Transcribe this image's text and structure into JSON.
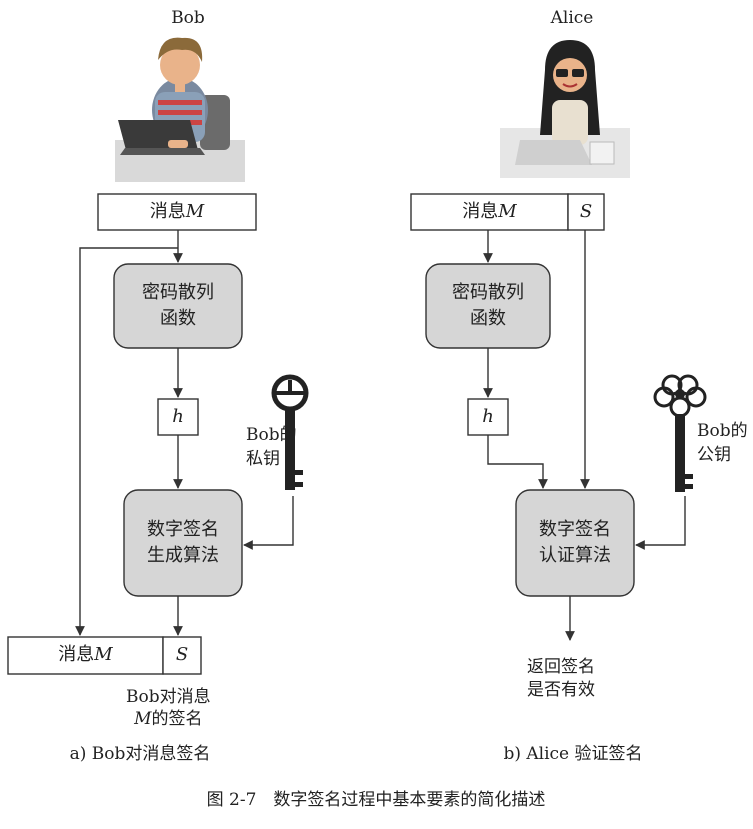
{
  "left": {
    "person": "Bob",
    "message_prefix": "消息",
    "message_var": "M",
    "hash_fn_line1": "密码散列",
    "hash_fn_line2": "函数",
    "hash_var": "h",
    "key_label_line1": "Bob的",
    "key_label_line2": "私钥",
    "alg_line1": "数字签名",
    "alg_line2": "生成算法",
    "out_message_prefix": "消息",
    "out_message_var": "M",
    "sig_var": "S",
    "sig_desc_line1": "Bob对消息",
    "sig_desc_line2_var": "M",
    "sig_desc_line2_rest": "的签名",
    "caption": "a) Bob对消息签名"
  },
  "right": {
    "person": "Alice",
    "message_prefix": "消息",
    "message_var": "M",
    "sig_var": "S",
    "hash_fn_line1": "密码散列",
    "hash_fn_line2": "函数",
    "hash_var": "h",
    "key_label_line1": "Bob的",
    "key_label_line2": "公钥",
    "alg_line1": "数字签名",
    "alg_line2": "认证算法",
    "result_line1": "返回签名",
    "result_line2": "是否有效",
    "caption": "b) Alice 验证签名"
  },
  "figure_caption": "图 2-7　数字签名过程中基本要素的简化描述",
  "colors": {
    "box_fill": "#d6d6d6",
    "stroke": "#333333",
    "skin": "#e9b38a"
  }
}
